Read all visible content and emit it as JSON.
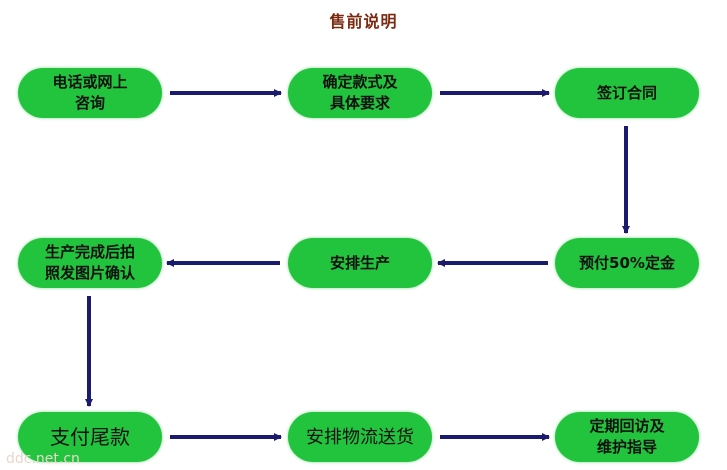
{
  "title": "售前说明",
  "nodes": [
    {
      "label": "电话或网上\n咨询"
    },
    {
      "label": "确定款式及\n具体要求"
    },
    {
      "label": "签订合同"
    },
    {
      "label": "预付50%定金"
    },
    {
      "label": "安排生产"
    },
    {
      "label": "生产完成后拍\n照发图片确认"
    },
    {
      "label": "支付尾款"
    },
    {
      "label": "安排物流送货"
    },
    {
      "label": "定期回访及\n维护指导"
    }
  ],
  "watermark": "ddc.net.cn",
  "colors": {
    "node": "#22c43e",
    "arrow": "#1a1a6e",
    "title": "#7a2a10"
  }
}
